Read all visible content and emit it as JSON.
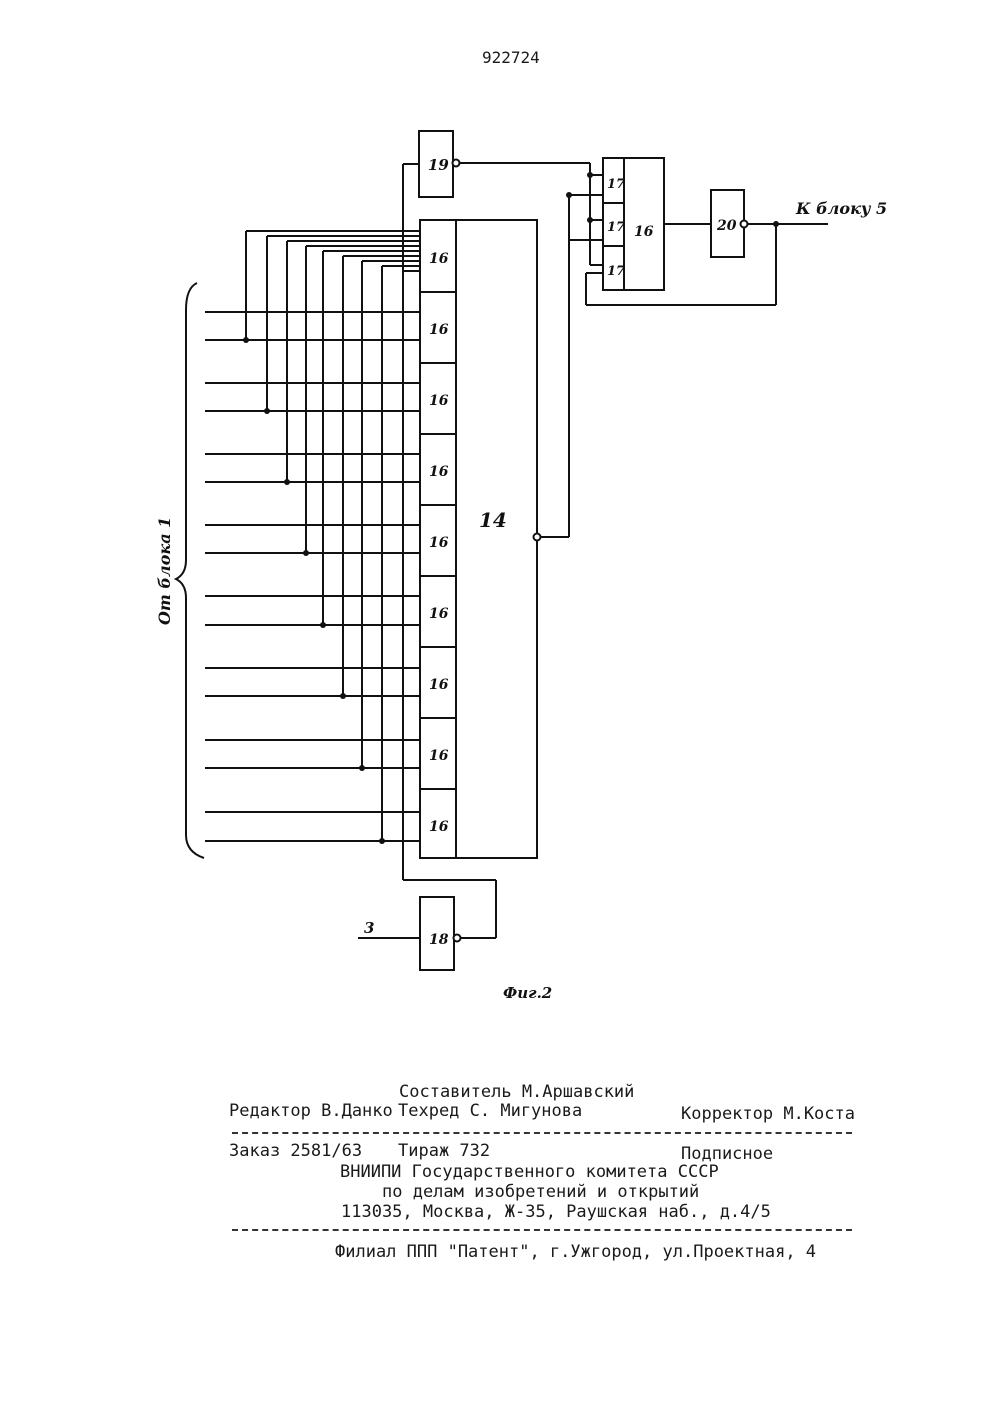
{
  "page_number": "922724",
  "figure": {
    "caption": "Фиг.2",
    "input_group_label": "От блока 1",
    "output_label": "К блоку 5",
    "input_line_label": "3",
    "main_block_label": "14",
    "cell_label": "16",
    "output_block_label": "16",
    "gate_label": "17",
    "block_19_label": "19",
    "block_18_label": "18",
    "block_20_label": "20"
  },
  "colophon": {
    "compiler": "Составитель М.Аршавский",
    "editor": "Редактор В.Данко",
    "techeditor": "Техред С. Мигунова",
    "corrector": "Корректор М.Коста",
    "order": "Заказ 2581/63",
    "circulation": "Тираж 732",
    "subscription": "Подписное",
    "org_line1": "ВНИИПИ Государственного комитета СССР",
    "org_line2": "по делам изобретений и открытий",
    "address": "113035, Москва, Ж-35, Раушская наб., д.4/5",
    "branch": "Филиал ППП \"Патент\", г.Ужгород, ул.Проектная, 4"
  }
}
